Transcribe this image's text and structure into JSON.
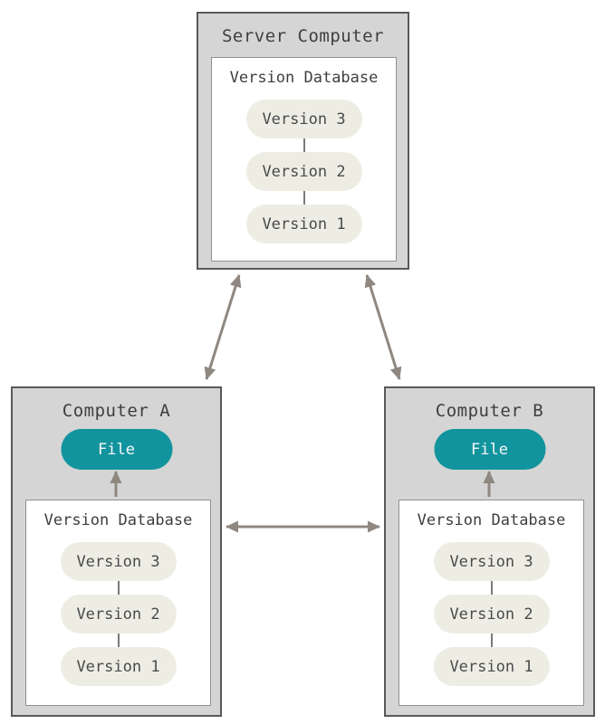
{
  "colors": {
    "teal": "#12949e",
    "machine_background": "#d5d5d5",
    "machine_border": "#58595b",
    "pill_background": "#eeede4",
    "arrow": "#8f8880",
    "text": "#3f3f3f"
  },
  "server": {
    "title": "Server Computer",
    "database": {
      "label": "Version Database",
      "versions": [
        "Version 3",
        "Version 2",
        "Version 1"
      ]
    }
  },
  "computer_a": {
    "title": "Computer A",
    "file_label": "File",
    "database": {
      "label": "Version Database",
      "versions": [
        "Version 3",
        "Version 2",
        "Version 1"
      ]
    }
  },
  "computer_b": {
    "title": "Computer B",
    "file_label": "File",
    "database": {
      "label": "Version Database",
      "versions": [
        "Version 3",
        "Version 2",
        "Version 1"
      ]
    }
  }
}
